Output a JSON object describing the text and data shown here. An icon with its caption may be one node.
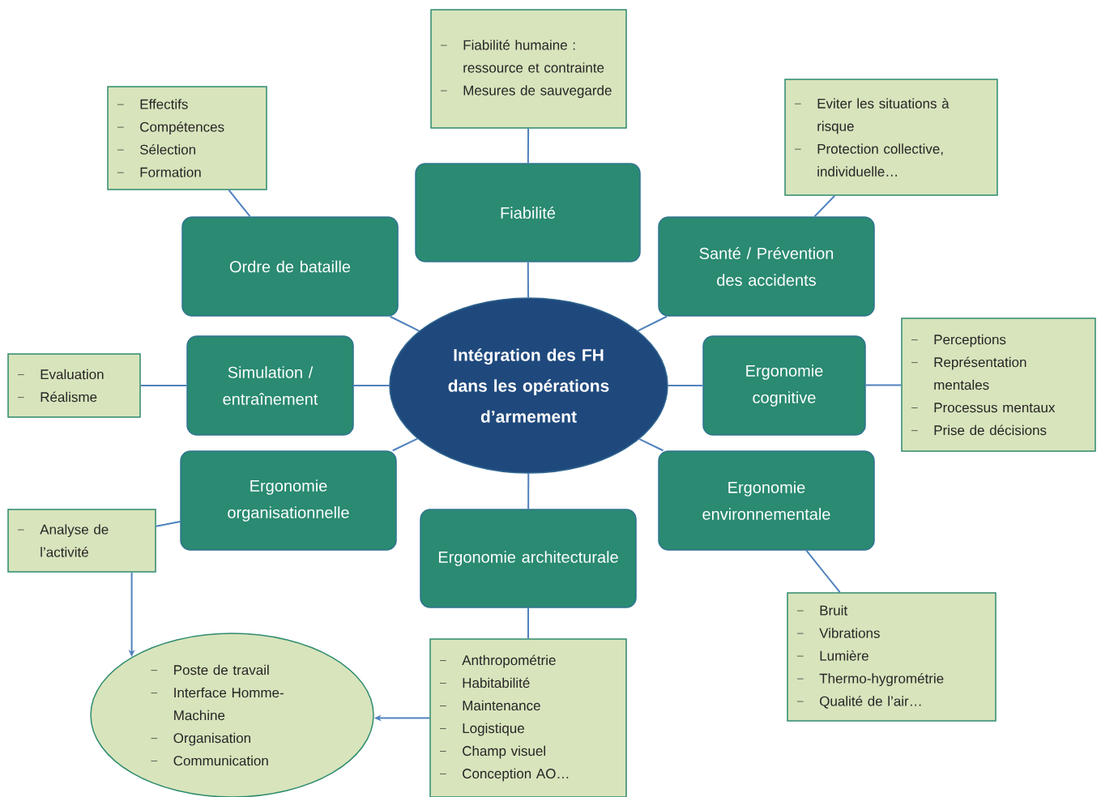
{
  "diagram": {
    "nodes": [
      {
        "text": [
          "Intégration des FH dans les opérations d’armement"
        ]
      },
      {
        "text": [
          "Fiabilité"
        ]
      },
      {
        "text": [
          "Ordre de bataille"
        ]
      },
      {
        "text": [
          "Santé / Prévention des accidents"
        ]
      },
      {
        "text": [
          "Simulation / entraînement"
        ]
      },
      {
        "text": [
          "Ergonomie cognitive"
        ]
      },
      {
        "text": [
          "Ergonomie organisationnelle"
        ]
      },
      {
        "text": [
          "Ergonomie environnementale"
        ]
      },
      {
        "text": [
          "Ergonomie architecturale"
        ]
      },
      {
        "text": [
          "Fiabilité humaine : ressource et contrainte",
          "Mesures de sauvegarde"
        ]
      },
      {
        "text": [
          "Effectifs",
          "Compétences",
          "Sélection",
          "Formation"
        ]
      },
      {
        "text": [
          "Eviter les situations à risque",
          "Protection collective, individuelle…"
        ]
      },
      {
        "text": [
          "Evaluation",
          "Réalisme"
        ]
      },
      {
        "text": [
          "Perceptions",
          "Représentation mentales",
          "Processus mentaux",
          "Prise de décisions"
        ]
      },
      {
        "text": [
          "Analyse de l’activité"
        ]
      },
      {
        "text": [
          "Bruit",
          "Vibrations",
          "Lumière",
          "Thermo-hygrométrie",
          "Qualité de l’air…"
        ]
      },
      {
        "text": [
          "Anthropométrie",
          "Habitabilité",
          "Maintenance",
          "Logistique",
          "Champ visuel",
          "Conception AO…"
        ]
      },
      {
        "text": [
          "Poste de travail",
          "Interface Homme-Machine",
          "Organisation",
          "Communication"
        ]
      }
    ],
    "edges": [
      {
        "from": 0,
        "to": 1,
        "arrow": "none"
      },
      {
        "from": 0,
        "to": 2,
        "arrow": "none"
      },
      {
        "from": 0,
        "to": 3,
        "arrow": "none"
      },
      {
        "from": 0,
        "to": 4,
        "arrow": "none"
      },
      {
        "from": 0,
        "to": 5,
        "arrow": "none"
      },
      {
        "from": 0,
        "to": 6,
        "arrow": "none"
      },
      {
        "from": 0,
        "to": 7,
        "arrow": "none"
      },
      {
        "from": 0,
        "to": 8,
        "arrow": "none"
      },
      {
        "from": 9,
        "to": 1,
        "arrow": "none"
      },
      {
        "from": 10,
        "to": 2,
        "arrow": "none"
      },
      {
        "from": 11,
        "to": 3,
        "arrow": "none"
      },
      {
        "from": 12,
        "to": 4,
        "arrow": "none"
      },
      {
        "from": 13,
        "to": 5,
        "arrow": "none"
      },
      {
        "from": 14,
        "to": 6,
        "arrow": "none"
      },
      {
        "from": 15,
        "to": 7,
        "arrow": "none"
      },
      {
        "from": 16,
        "to": 8,
        "arrow": "none"
      },
      {
        "from": 14,
        "to": 17,
        "arrow": "to"
      },
      {
        "from": 16,
        "to": 17,
        "arrow": "to"
      }
    ]
  }
}
